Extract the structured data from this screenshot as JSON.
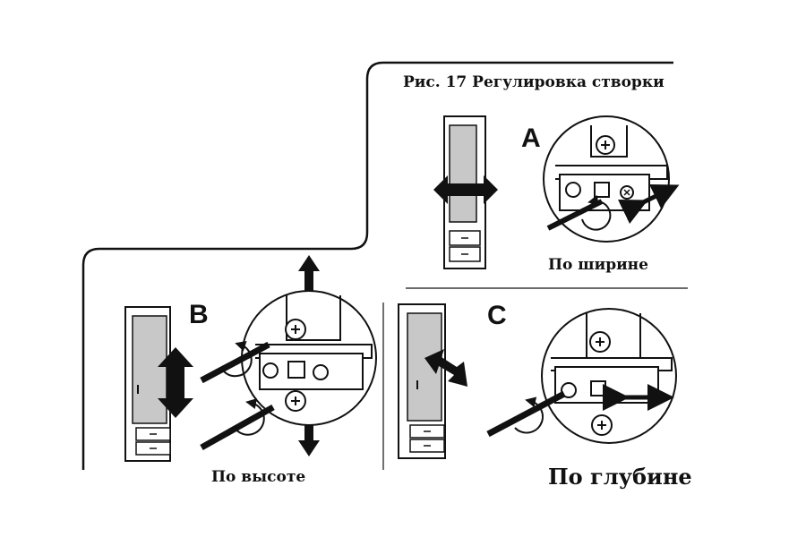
{
  "figure": {
    "title": "Рис. 17 Регулировка створки",
    "panels": [
      {
        "letter": "A",
        "caption": "По ширине"
      },
      {
        "letter": "B",
        "caption": "По высоте"
      },
      {
        "letter": "C",
        "caption": "По глубине"
      }
    ]
  },
  "colors": {
    "ink": "#111111",
    "door_gray": "#c8c8c8",
    "paper": "#ffffff"
  }
}
